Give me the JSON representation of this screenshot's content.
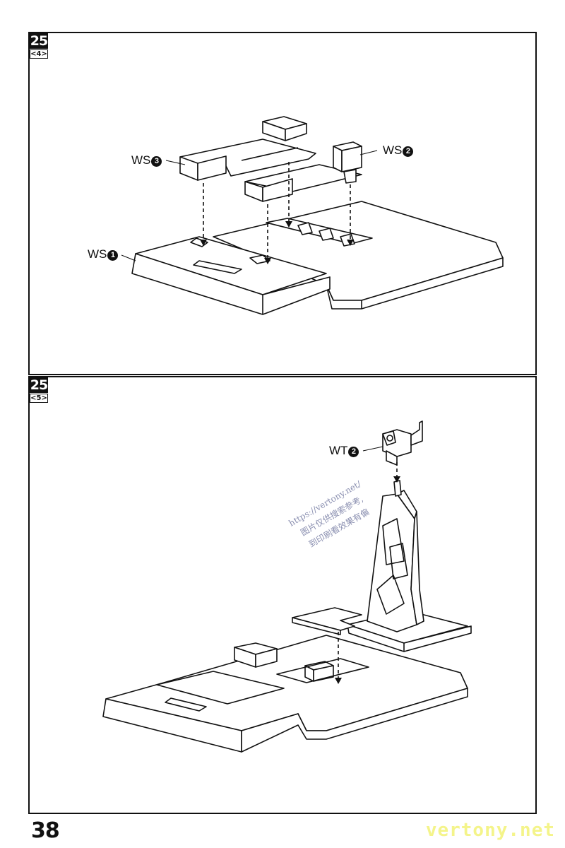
{
  "page": {
    "number": "38"
  },
  "panels": [
    {
      "step": "25",
      "sub": "<4>",
      "labels": [
        {
          "code": "WS",
          "num": "3"
        },
        {
          "code": "WS",
          "num": "2"
        },
        {
          "code": "WS",
          "num": "1"
        }
      ]
    },
    {
      "step": "25",
      "sub": "<5>",
      "labels": [
        {
          "code": "WT",
          "num": "2"
        }
      ]
    }
  ],
  "watermark": {
    "lines": [
      "https://vertony.net/",
      "图片仅供搜索参考,",
      "到印刷看效果有偏"
    ]
  },
  "site_mark": "vertony.net",
  "colors": {
    "ink": "#111111",
    "watermark": "#8a8fb0",
    "site_mark": "#f4f48a"
  }
}
